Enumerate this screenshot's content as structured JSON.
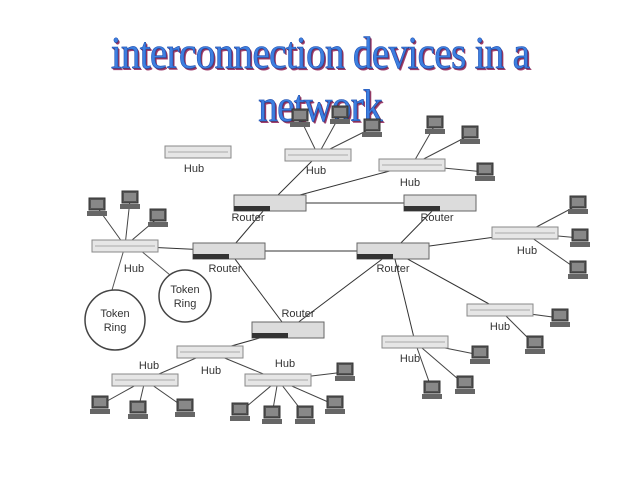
{
  "title": "interconnection devices in a network",
  "labels": {
    "router": "Router",
    "hub": "Hub",
    "token": "Token",
    "ring": "Ring"
  },
  "colors": {
    "title": "#3d7fe0",
    "link": "#333333",
    "device": "#dcdcdc"
  }
}
